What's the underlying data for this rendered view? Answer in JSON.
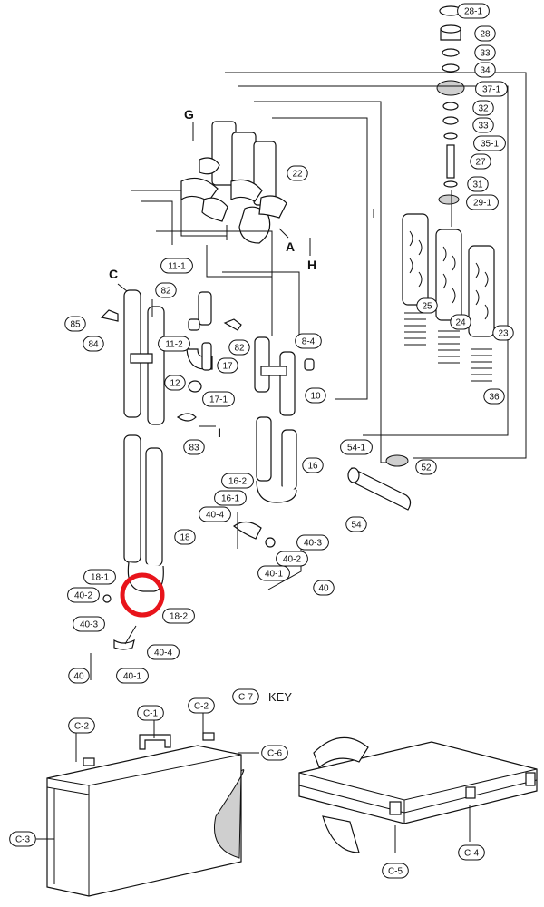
{
  "callouts": {
    "c_28_1": "28-1",
    "c_28": "28",
    "c_33a": "33",
    "c_34": "34",
    "c_37_1": "37-1",
    "c_32": "32",
    "c_33b": "33",
    "c_35_1": "35-1",
    "c_27": "27",
    "c_31": "31",
    "c_29_1": "29-1",
    "c_22": "22",
    "c_25": "25",
    "c_24": "24",
    "c_23": "23",
    "c_36": "36",
    "c_11_1": "11-1",
    "c_82a": "82",
    "c_85": "85",
    "c_84": "84",
    "c_11_2": "11-2",
    "c_82b": "82",
    "c_17": "17",
    "c_17_1": "17-1",
    "c_12": "12",
    "c_8_4": "8-4",
    "c_10": "10",
    "c_83": "83",
    "c_16": "16",
    "c_54_1": "54-1",
    "c_52": "52",
    "c_16_2": "16-2",
    "c_16_1": "16-1",
    "c_40_4a": "40-4",
    "c_40_3a": "40-3",
    "c_40_2a": "40-2",
    "c_40_1a": "40-1",
    "c_40a": "40",
    "c_54": "54",
    "c_18": "18",
    "c_18_1": "18-1",
    "c_40_2b": "40-2",
    "c_18_2": "18-2",
    "c_40_3b": "40-3",
    "c_40_4b": "40-4",
    "c_40b": "40",
    "c_40_1b": "40-1",
    "c_C7": "C-7",
    "c_C1": "C-1",
    "c_C2a": "C-2",
    "c_C2b": "C-2",
    "c_C6": "C-6",
    "c_C3": "C-3",
    "c_C5": "C-5",
    "c_C4": "C-4"
  },
  "direction_labels": {
    "G": "G",
    "A": "A",
    "H": "H",
    "C": "C",
    "I": "I"
  },
  "key_text": "KEY",
  "colors": {
    "line": "#111111",
    "highlight": "#e8141b",
    "background": "#ffffff"
  }
}
